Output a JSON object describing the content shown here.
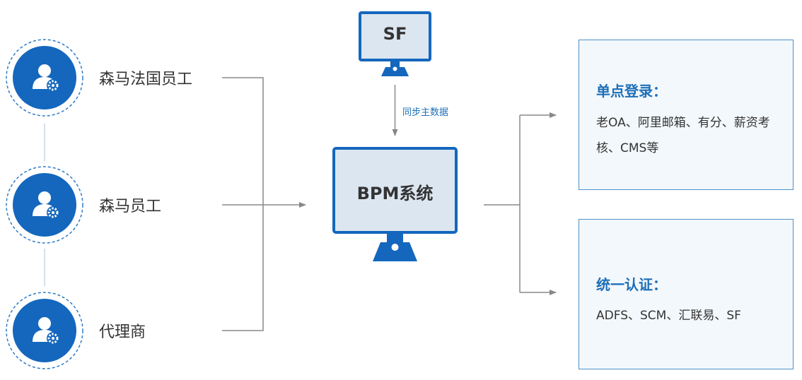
{
  "users": [
    {
      "label": "森马法国员工"
    },
    {
      "label": "森马员工"
    },
    {
      "label": "代理商"
    }
  ],
  "sf_system": {
    "label": "SF"
  },
  "sync": {
    "label": "同步主数据"
  },
  "bpm_system": {
    "label": "BPM系统"
  },
  "boxes": [
    {
      "title": "单点登录：",
      "text": "老OA、阿里邮箱、有分、薪资考核、CMS等"
    },
    {
      "title": "统一认证：",
      "text": "ADFS、SCM、汇联易、SF"
    }
  ],
  "colors": {
    "primary": "#1467bd",
    "dashed_ring": "#2c7cc6",
    "line": "#888888",
    "monitor_fill": "#dce6f1",
    "accent_text": "#1d6fb7"
  },
  "icons": {
    "user": "user-gear-icon",
    "monitor": "monitor-icon",
    "arrow": "arrow-icon"
  }
}
